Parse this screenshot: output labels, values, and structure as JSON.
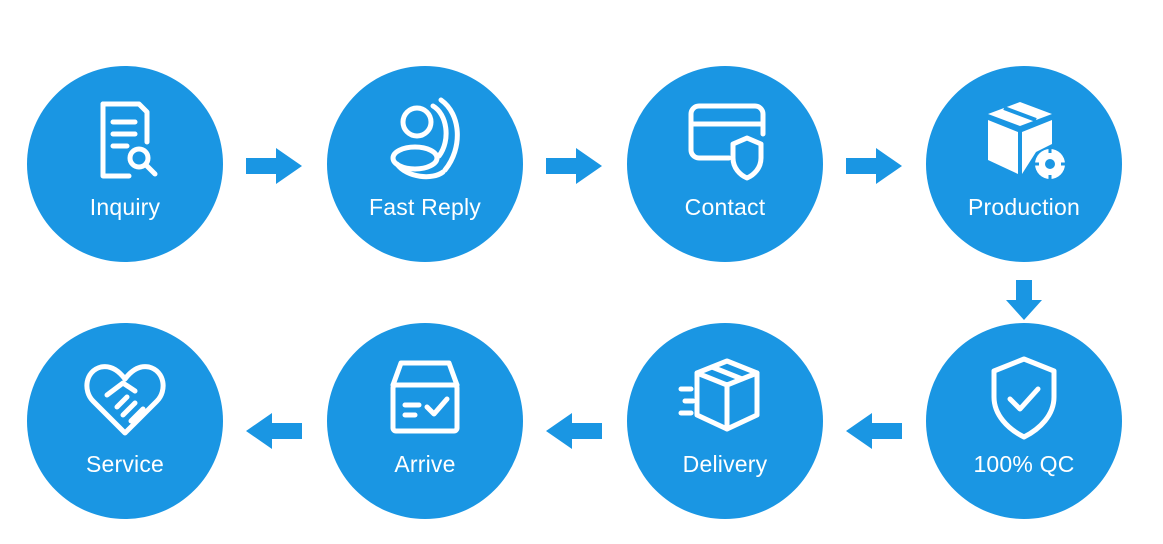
{
  "colors": {
    "circle": "#1a96e3",
    "arrow": "#1a96e3",
    "icon": "#ffffff"
  },
  "flow": {
    "steps": [
      {
        "label": "Inquiry",
        "icon": "document-search-icon"
      },
      {
        "label": "Fast Reply",
        "icon": "customer-service-icon"
      },
      {
        "label": "Contact",
        "icon": "card-shield-icon"
      },
      {
        "label": "Production",
        "icon": "box-gear-icon"
      },
      {
        "label": "100% QC",
        "icon": "shield-check-icon"
      },
      {
        "label": "Delivery",
        "icon": "fast-box-icon"
      },
      {
        "label": "Arrive",
        "icon": "box-check-icon"
      },
      {
        "label": "Service",
        "icon": "heart-handshake-icon"
      }
    ]
  }
}
